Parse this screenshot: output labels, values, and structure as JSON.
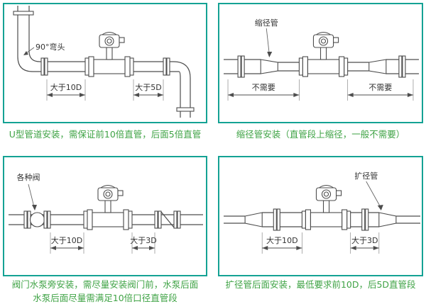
{
  "colors": {
    "panel_border": "#14a294",
    "caption_text": "#3fa345",
    "line_art": "#4d4d4d"
  },
  "panels": [
    {
      "id": "u-pipe",
      "callout": "90°弯头",
      "dim_left": "大于10D",
      "dim_right": "大于5D",
      "caption": "U型管道安装，需保证前10倍直管，后面5倍直管"
    },
    {
      "id": "reducer",
      "callout": "缩径管",
      "dim_left": "不需要",
      "dim_right": "不需要",
      "caption": "缩径管安装（直管段上缩径，一般不需要）"
    },
    {
      "id": "valve-pump",
      "callout": "各种阀",
      "dim_left": "大于10D",
      "dim_right": "大于3D",
      "caption_line1": "阀门水泵旁安装，需尽量安装阀门前，水泵后面",
      "caption_line2": "水泵后面尽量需满足10倍口径直管段"
    },
    {
      "id": "expander",
      "callout": "扩径管",
      "dim_left": "大于10D",
      "dim_right": "大于3D",
      "caption": "扩径管后面安装，最低要求前10D，后5D直管段"
    }
  ]
}
